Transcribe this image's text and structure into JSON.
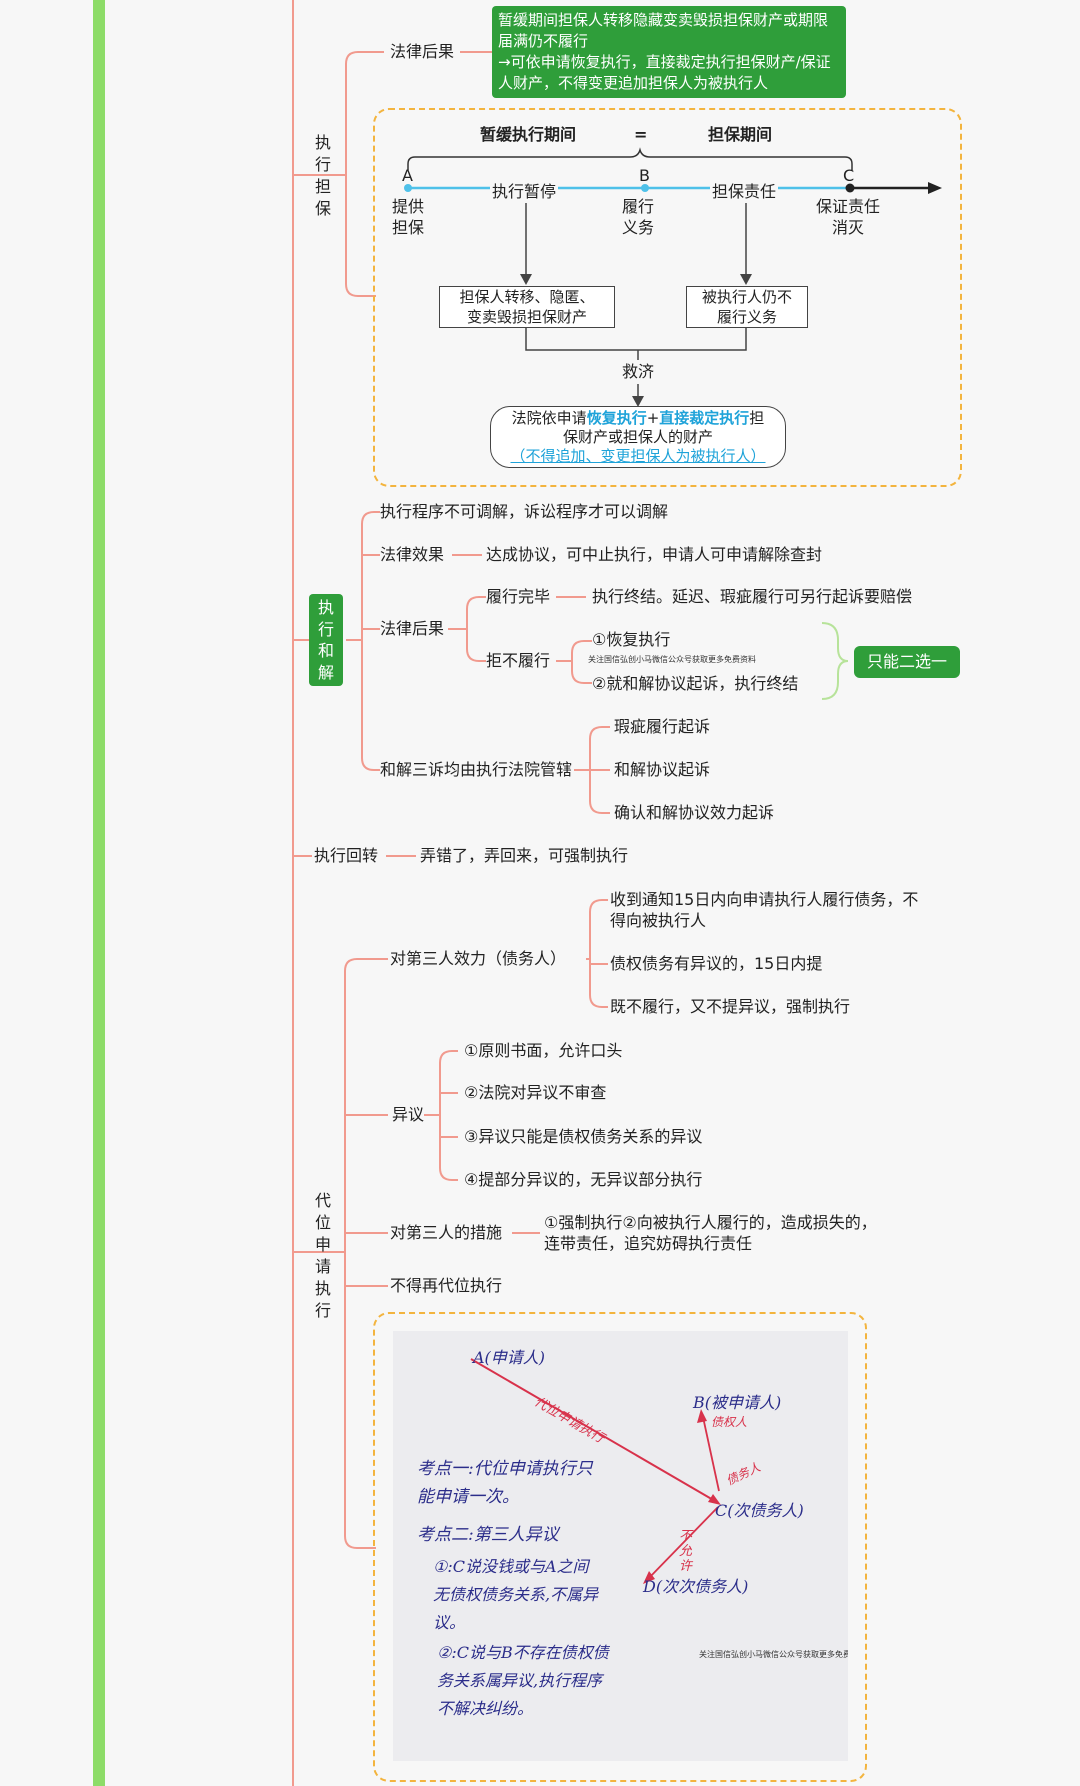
{
  "sections": {
    "guarantee": {
      "title": "执行担保",
      "legal_consequence_label": "法律后果",
      "consequence_box": "暂缓期间担保人转移隐藏变卖毁损担保财产或期限届满仍不履行\n→可依申请恢复执行，直接裁定执行担保财产/保证人财产，不得变更追加担保人为被执行人",
      "diagram": {
        "left_title": "暂缓执行期间",
        "equals": "=",
        "right_title": "担保期间",
        "point_a": "A",
        "point_b": "B",
        "point_c": "C",
        "label_a": "提供\n担保",
        "mid_left": "执行暂停",
        "label_b": "履行\n义务",
        "mid_right": "担保责任",
        "label_c": "保证责任\n消灭",
        "box_left": "担保人转移、隐匿、\n变卖毁损担保财产",
        "box_right": "被执行人仍不\n履行义务",
        "remedy": "救济",
        "result_pre": "法院依申请",
        "result_hl1": "恢复执行",
        "result_plus": "+",
        "result_hl2": "直接裁定执行",
        "result_post": "担",
        "result_line2": "保财产或担保人的财产",
        "result_line3": "（不得追加、变更担保人为被执行人）"
      }
    },
    "settlement": {
      "title": "执行和解",
      "item1": "执行程序不可调解，诉讼程序才可以调解",
      "effect_label": "法律效果",
      "effect_text": "达成协议，可中止执行，申请人可申请解除查封",
      "consequence_label": "法律后果",
      "performed_label": "履行完毕",
      "performed_text": "执行终结。延迟、瑕疵履行可另行起诉要赔偿",
      "not_performed_label": "拒不履行",
      "option1": "①恢复执行",
      "option2": "②就和解协议起诉，执行终结",
      "choice_badge": "只能二选一",
      "watermark": "关注国信弘创小马微信公众号获取更多免费资料",
      "jurisdiction_label": "和解三诉均由执行法院管辖",
      "suit1": "瑕疵履行起诉",
      "suit2": "和解协议起诉",
      "suit3": "确认和解协议效力起诉"
    },
    "reversal": {
      "title": "执行回转",
      "text": "弄错了，弄回来，可强制执行"
    },
    "subrogation": {
      "title": "代位申请执行",
      "effect_label": "对第三人效力（债务人）",
      "effect1": "收到通知15日内向申请执行人履行债务，不得向被执行人",
      "effect2": "债权债务有异议的，15日内提",
      "effect3": "既不履行，又不提异议，强制执行",
      "objection_label": "异议",
      "obj1": "①原则书面，允许口头",
      "obj2": "②法院对异议不审查",
      "obj3": "③异议只能是债权债务关系的异议",
      "obj4": "④提部分异议的，无异议部分执行",
      "measures_label": "对第三人的措施",
      "measures_text": "①强制执行②向被执行人履行的，造成损失的，连带责任，追究妨碍执行责任",
      "no_repeat": "不得再代位执行",
      "photo": {
        "a": "A(申请人)",
        "arrow_label": "代位申请执行",
        "b": "B(被申请人)",
        "b_sub": "债权人",
        "c_sub": "债务人",
        "c": "C(次债务人)",
        "not_allowed": "不允许",
        "d": "D(次次债务人)",
        "note1": "考点一:代位申请执行只能申请一次。",
        "note2": "考点二:第三人异议",
        "note3": "①:C说没钱或与A之间无债权债务关系,不属异议。",
        "note4": "②:C说与B不存在债权债务关系属异议,执行程序不解决纠纷。",
        "watermark": "关注国信弘创小马微信公众号获取更多免费资料"
      }
    }
  }
}
